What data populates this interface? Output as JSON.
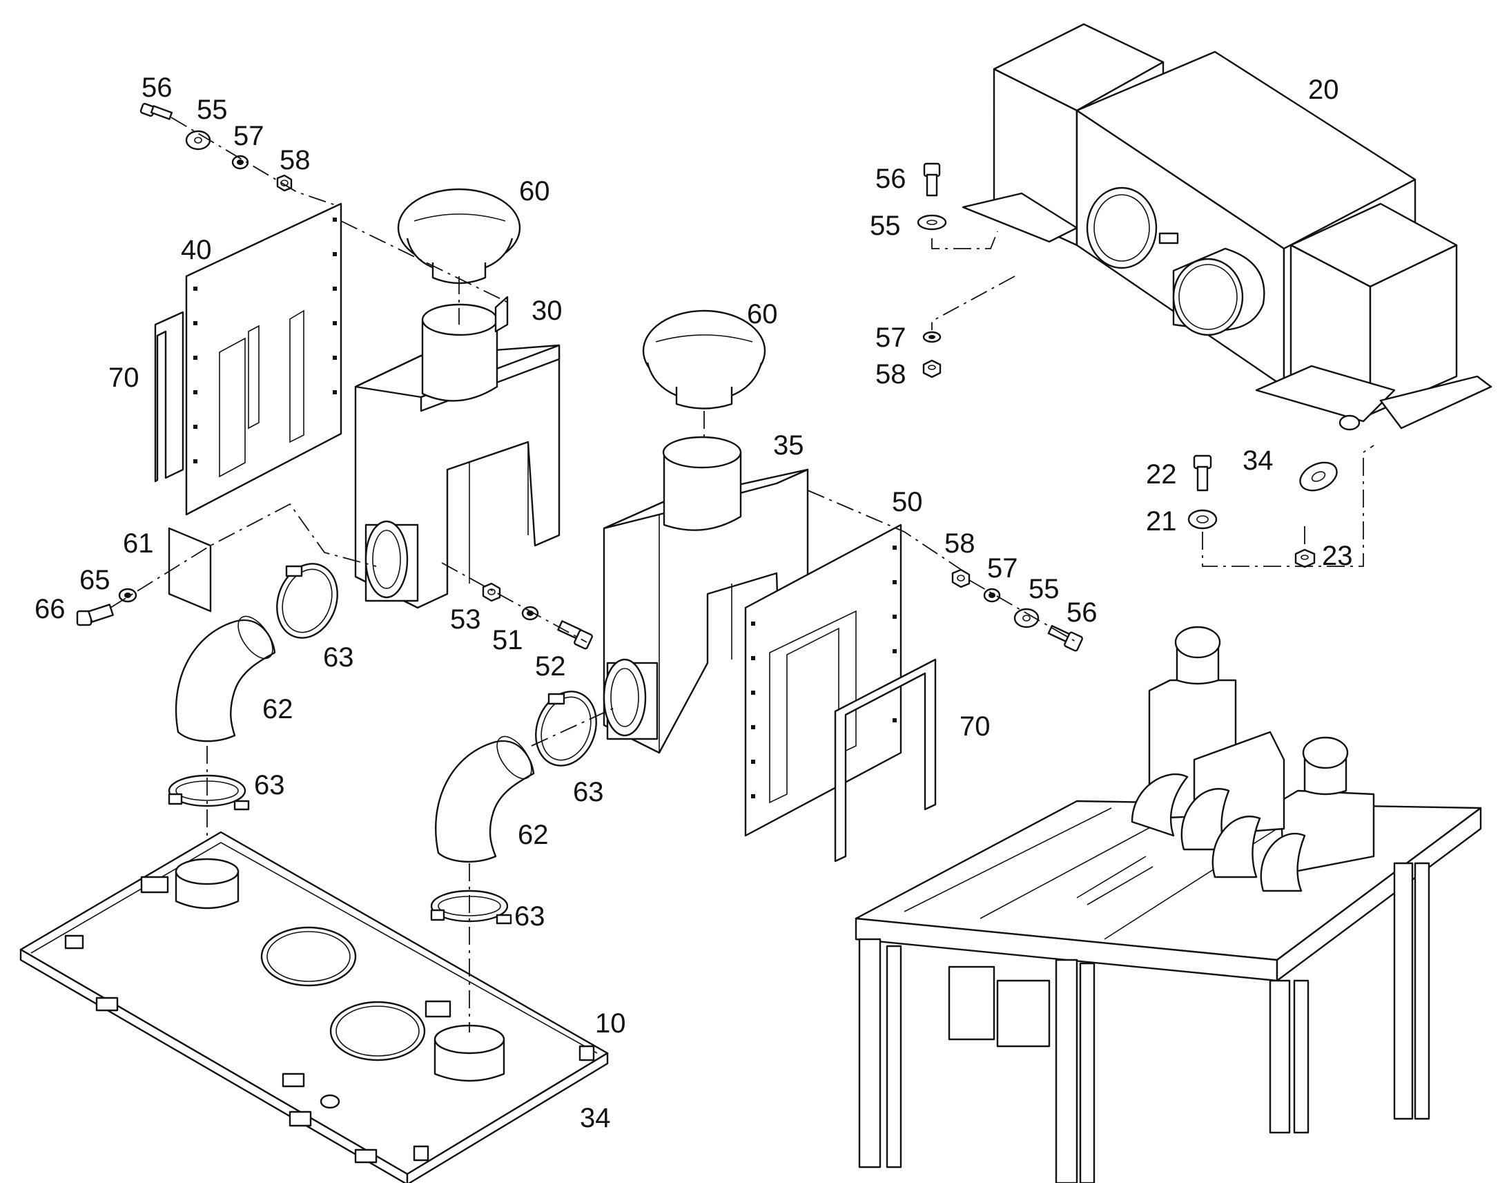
{
  "callouts": {
    "c56_top_left": "56",
    "c55_top_left": "55",
    "c57_top_left": "57",
    "c58_top_left": "58",
    "c40": "40",
    "c70_left": "70",
    "c60_left": "60",
    "c30": "30",
    "c60_mid": "60",
    "c35": "35",
    "c50": "50",
    "c58_mid_right": "58",
    "c57_mid_right": "57",
    "c55_mid_right": "55",
    "c56_mid_right": "56",
    "c70_right": "70",
    "c61": "61",
    "c65": "65",
    "c66": "66",
    "c53": "53",
    "c51": "51",
    "c52": "52",
    "c63_upper": "63",
    "c62_left": "62",
    "c63_left_lower": "63",
    "c63_mid": "63",
    "c62_mid": "62",
    "c63_mid_lower": "63",
    "c10": "10",
    "c34_bottom": "34",
    "c20": "20",
    "c56_top_right": "56",
    "c55_top_right": "55",
    "c57_top_right": "57",
    "c58_top_right": "58",
    "c34_right": "34",
    "c22": "22",
    "c21": "21",
    "c23": "23"
  }
}
